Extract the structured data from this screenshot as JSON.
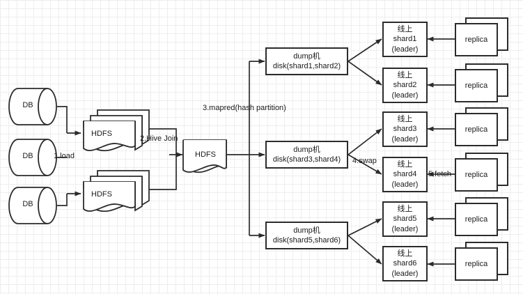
{
  "diagram": {
    "title": "HDFS to sharded online cluster dump pipeline",
    "style": {
      "stroke": "#2b2b2b",
      "fill": "#ffffff",
      "text": "#1a1a1a",
      "grid_minor": "#eeeeee",
      "grid_major": "#e2e2e2",
      "background": "#ffffff"
    },
    "sources": [
      {
        "label": "DB"
      },
      {
        "label": "DB"
      },
      {
        "label": "DB"
      }
    ],
    "hdfs_stacks": [
      {
        "label": "HDFS"
      },
      {
        "label": "HDFS"
      }
    ],
    "hdfs_joined": {
      "label": "HDFS"
    },
    "dump_machines": [
      {
        "line1": "dump机",
        "line2": "disk(shard1,shard2)"
      },
      {
        "line1": "dump机",
        "line2": "disk(shard3,shard4)"
      },
      {
        "line1": "dump机",
        "line2": "disk(shard5,shard6)"
      }
    ],
    "shards": [
      {
        "line1": "线上",
        "line2": "shard1",
        "line3": "(leader)"
      },
      {
        "line1": "线上",
        "line2": "shard2",
        "line3": "(leader)"
      },
      {
        "line1": "线上",
        "line2": "shard3",
        "line3": "(leader)"
      },
      {
        "line1": "线上",
        "line2": "shard4",
        "line3": "(leader)"
      },
      {
        "line1": "线上",
        "line2": "shard5",
        "line3": "(leader)"
      },
      {
        "line1": "线上",
        "line2": "shard6",
        "line3": "(leader)"
      }
    ],
    "replicas": [
      {
        "label": "replica"
      },
      {
        "label": "replica"
      },
      {
        "label": "replica"
      },
      {
        "label": "replica"
      },
      {
        "label": "replica"
      },
      {
        "label": "replica"
      }
    ],
    "edge_labels": {
      "load": "1.load",
      "hive_join": "2.Hive Join",
      "mapred": "3.mapred(hash partition)",
      "swap": "4.swap",
      "fetch": "5.fetch"
    }
  }
}
